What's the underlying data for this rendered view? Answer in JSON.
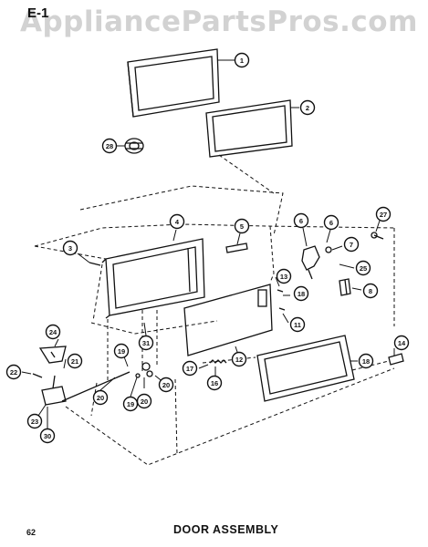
{
  "watermark": "AppliancePartsPros.com",
  "section_label": "E-1",
  "page_number": "62",
  "diagram_title": "DOOR ASSEMBLY",
  "callouts": [
    "1",
    "2",
    "28",
    "4",
    "5",
    "3",
    "6",
    "6",
    "7",
    "27",
    "25",
    "13",
    "18",
    "8",
    "31",
    "11",
    "24",
    "21",
    "19",
    "22",
    "20",
    "20",
    "20",
    "19",
    "17",
    "16",
    "12",
    "18",
    "14",
    "23",
    "30"
  ]
}
